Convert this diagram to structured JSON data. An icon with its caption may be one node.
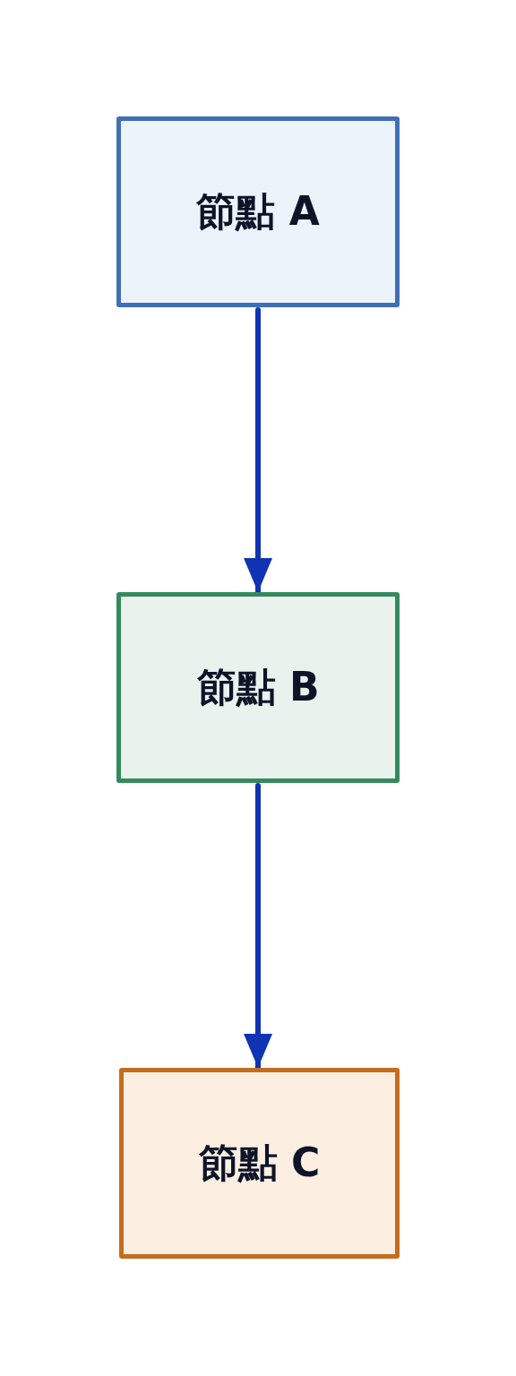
{
  "diagram": {
    "nodes": [
      {
        "text": [
          "節點 A"
        ]
      },
      {
        "text": [
          "節點 B"
        ]
      },
      {
        "text": [
          "節點 C"
        ]
      }
    ],
    "edges": [
      {
        "from": 0,
        "to": 1,
        "arrow": "to"
      },
      {
        "from": 1,
        "to": 2,
        "arrow": "to"
      }
    ]
  }
}
